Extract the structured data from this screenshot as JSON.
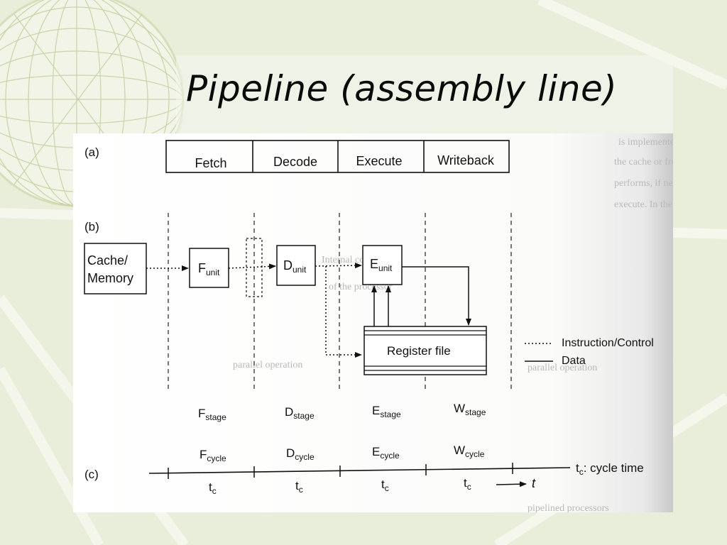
{
  "slide": {
    "title": "Pipeline (assembly line)"
  },
  "figure": {
    "panel_labels": {
      "a": "(a)",
      "b": "(b)",
      "c": "(c)"
    },
    "stages": [
      "Fetch",
      "Decode",
      "Execute",
      "Writeback"
    ],
    "source": {
      "line1": "Cache/",
      "line2": "Memory"
    },
    "units": [
      {
        "main": "F",
        "sub": "unit"
      },
      {
        "main": "D",
        "sub": "unit"
      },
      {
        "main": "E",
        "sub": "unit"
      }
    ],
    "register_file": "Register file",
    "legend": {
      "instruction_control": "Instruction/Control",
      "data": "Data"
    },
    "stage_labels": [
      {
        "main": "F",
        "sub": "stage"
      },
      {
        "main": "D",
        "sub": "stage"
      },
      {
        "main": "E",
        "sub": "stage"
      },
      {
        "main": "W",
        "sub": "stage"
      }
    ],
    "cycle_labels": [
      {
        "main": "F",
        "sub": "cycle"
      },
      {
        "main": "D",
        "sub": "cycle"
      },
      {
        "main": "E",
        "sub": "cycle"
      },
      {
        "main": "W",
        "sub": "cycle"
      }
    ],
    "tick_labels": [
      {
        "main": "t",
        "sub": "c"
      },
      {
        "main": "t",
        "sub": "c"
      },
      {
        "main": "t",
        "sub": "c"
      },
      {
        "main": "t",
        "sub": "c"
      }
    ],
    "cycle_time": {
      "main": "t",
      "sub": "c",
      "rest": ": cycle time"
    },
    "time_axis": "t"
  },
  "colors": {
    "background": "#e9eedb",
    "decoration": "#c9d4a8",
    "ink": "#111111"
  }
}
